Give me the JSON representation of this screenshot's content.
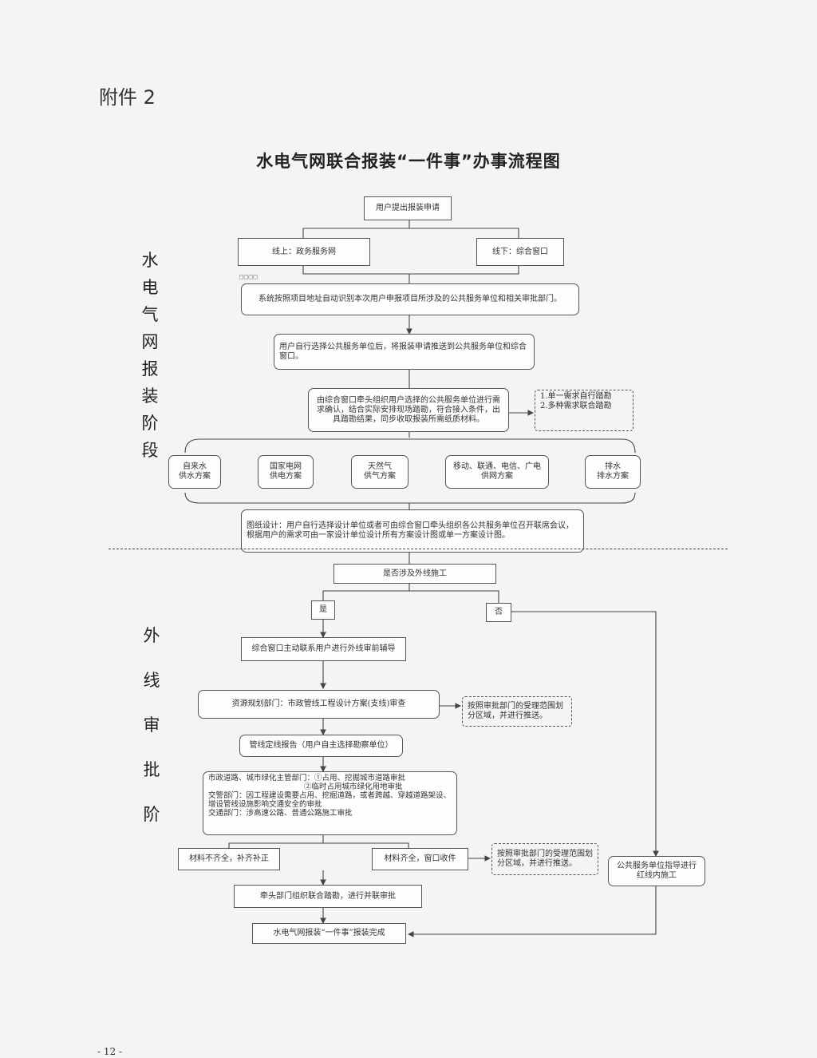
{
  "attachment_label": "附件 2",
  "title": "水电气网联合报装“一件事”办事流程图",
  "stages": {
    "stage1": [
      "水",
      "电",
      "气",
      "网",
      "报",
      "装",
      "阶",
      "段"
    ],
    "stage2": [
      "外",
      "线",
      "审",
      "批",
      "阶"
    ]
  },
  "stage1_marker": "□□□□",
  "nodes": {
    "apply": "用户提出报装申请",
    "online": "线上：政务服务网",
    "offline": "线下：综合窗口",
    "identify": "系统按照项目地址自动识别本次用户申报项目所涉及的公共服务单位和相关审批部门。",
    "select": "用户自行选择公共服务单位后，将报装申请推送到公共服务单位和综合窗口。",
    "confirm": "由综合窗口牵头组织用户选择的公共服务单位进行需求确认，结合实际安排现场踏勘，符合接入条件，出具踏勘结果，同步收取报装所需纸质材料。",
    "survey_note": [
      "1.单一需求自行踏勘",
      "2.多种需求联合踏勘"
    ],
    "water": [
      "自来水",
      "供水方案"
    ],
    "power": [
      "国家电网",
      "供电方案"
    ],
    "gas": [
      "天然气",
      "供气方案"
    ],
    "telecom": [
      "移动、联通、电信、广电",
      "供网方案"
    ],
    "drain": [
      "排水",
      "排水方案"
    ],
    "design": "图纸设计：用户自行选择设计单位或者可由综合窗口牵头组织各公共服务单位召开联席会议，根据用户的需求可由一家设计单位设计所有方案设计图或单一方案设计图。",
    "external_q": "是否涉及外线施工",
    "yes": "是",
    "no": "否",
    "contact": "综合窗口主动联系用户进行外线审前辅导",
    "planning": "资源规划部门：市政管线工程设计方案(支线)审查",
    "planning_note": "按照审批部门的受理范围划分区域，并进行推送。",
    "report": "管线定线报告（用户自主选择勘察单位）",
    "municipal": [
      "市政道路、城市绿化主管部门：①占用、挖掘城市道路审批",
      "②临时占用城市绿化用地审批",
      "交警部门：因工程建设需要占用、挖掘道路，或者跨越、穿越道路架设、增设管线设施影响交通安全的审批",
      "交通部门：涉高速公路、普通公路施工审批"
    ],
    "incomplete": "材料不齐全，补齐补正",
    "complete": "材料齐全，窗口收件",
    "accept_note": "按照审批部门的受理范围划分区域，并进行推送。",
    "public_guide": "公共服务单位指导进行红线内施工",
    "joint": "牵头部门组织联合踏勘，进行并联审批",
    "done": "水电气网报装“一件事”报装完成"
  },
  "page_number": "- 12 -"
}
